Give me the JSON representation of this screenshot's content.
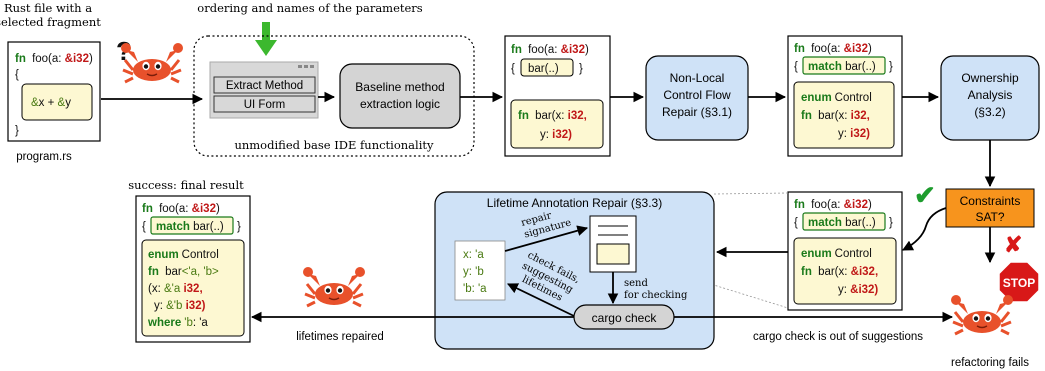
{
  "labels": {
    "rust_file_title_1": "Rust file with a",
    "rust_file_title_2": "selected fragment",
    "program_filename": "program.rs",
    "param_ordering": "ordering and names of the parameters",
    "extract_method": "Extract Method",
    "ui_form": "UI Form",
    "baseline_1": "Baseline method",
    "baseline_2": "extraction logic",
    "base_ide": "unmodified base IDE functionality",
    "nonlocal_1": "Non-Local",
    "nonlocal_2": "Control Flow",
    "nonlocal_3": "Repair (§3.1)",
    "ownership_1": "Ownership",
    "ownership_2": "Analysis",
    "ownership_3": "(§3.2)",
    "constraints_1": "Constraints",
    "constraints_2": "SAT?",
    "stop_sign": "STOP",
    "refactoring_fails": "refactoring fails",
    "lifetime_title": "Lifetime Annotation Repair (§3.3)",
    "repair_sig_1": "repair",
    "repair_sig_2": "signature",
    "check_fails_1": "check fails,",
    "check_fails_2": "suggesting",
    "check_fails_3": "lifetimes",
    "send_1": "send",
    "send_2": "for checking",
    "cargo_check": "cargo check",
    "out_of_suggestions": "cargo check is out of suggestions",
    "lifetimes_repaired": "lifetimes repaired",
    "success": "success: final result",
    "question_mark": "?",
    "check_mark": "✔",
    "cross_mark": "✘"
  },
  "code": {
    "kw_fn": "fn",
    "kw_enum": "enum",
    "kw_where": "where",
    "foo_sig": "foo(a: ",
    "ty_amp_i32": "&i32",
    "close_paren": ")",
    "open_brace": "{",
    "close_brace": "}",
    "amp": "&",
    "x_plus": "x + ",
    "y_var": "y",
    "bar_call": "bar(..)",
    "match_kw": "match",
    "bar_call_sp": " bar(..)",
    "bar_x": "bar(x: ",
    "ty_i32": "i32",
    "ty_amp_i32_comma": "&i32,",
    "y_colon": "y: ",
    "i32_comma": "i32,",
    "i32_paren": "i32)",
    "amp_i32_paren": "&i32)",
    "control": "Control",
    "bar_generic": "bar",
    "generics": "<'a, 'b>",
    "x_colon_open": "(x: ",
    "amp_a": "&'a ",
    "amp_b": "&'b ",
    "lt_b": "'b",
    "colon_a": ": 'a",
    "lt_x": "x: 'a",
    "lt_y": "y: 'b",
    "lt_ba": "'b: 'a"
  },
  "colors": {
    "keyword": "#1a7a1a",
    "type": "#c01818",
    "lifetime": "#4a7a12",
    "blue_box": "#cfe2f7",
    "note_yellow": "#fdf8d2",
    "grey_box": "#d4d4d4",
    "orange": "#f7941d",
    "green_arrow": "#3cb82e",
    "crab": "#e8512b"
  },
  "icons": [
    "crab-icon",
    "check-icon",
    "cross-icon",
    "stop-sign-icon",
    "document-icon",
    "green-down-arrow-icon"
  ]
}
